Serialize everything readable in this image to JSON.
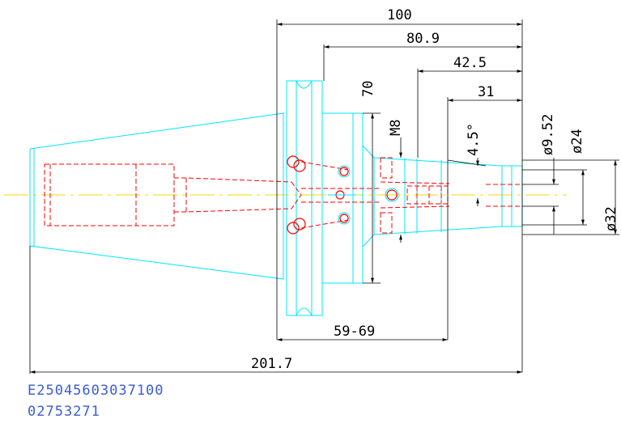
{
  "dimensions": {
    "overall_length": "201.7",
    "flange_to_end": "100",
    "face_to_end": "80.9",
    "pull_stud_length": "42.5",
    "thread_depth": "31",
    "adjustable_range": "59-69",
    "flange_height": "70",
    "thread": "M8",
    "angle": "4.5°",
    "bore_diameter": "ø9.52",
    "collar_diameter": "ø24",
    "shank_diameter": "ø32"
  },
  "part_codes": {
    "line1": "E25045603037100",
    "line2": "02753271"
  },
  "colors": {
    "outline": "#00e5ff",
    "hidden": "#ff0000",
    "centerline": "#ffd400",
    "dimension": "#000000",
    "code_text": "#3b5bd6"
  }
}
